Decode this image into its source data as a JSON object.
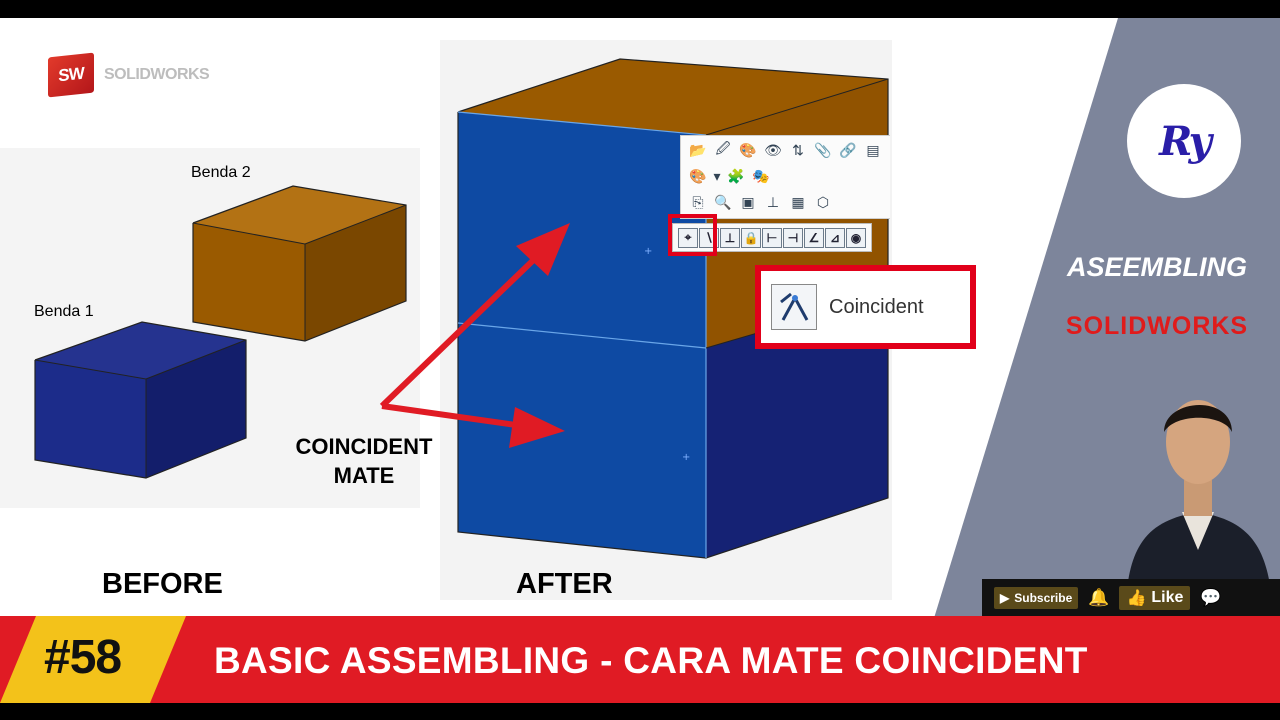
{
  "brand": {
    "logo_text": "SW",
    "name": "SOLIDWORKS"
  },
  "labels": {
    "part2": "Benda 2",
    "part1": "Benda 1",
    "mate": "COINCIDENT\nMATE",
    "before": "BEFORE",
    "after": "AFTER"
  },
  "toolbar": {
    "rows": [
      [
        "📂",
        "🖉",
        "🎨",
        "👁",
        "⇅",
        "📎",
        "🔗",
        "▤"
      ],
      [
        "🎨",
        "▾",
        "🧩",
        "🎭"
      ],
      [
        "⎘",
        "🔍",
        "▣",
        "⊥",
        "▦",
        "⬡"
      ]
    ],
    "mate_tools": [
      "⌖",
      "∖",
      "⊥",
      "🔒",
      "⊢",
      "⊣",
      "∠",
      "⊿",
      "◉"
    ]
  },
  "callout": {
    "text": "Coincident",
    "icon": "coincident-icon"
  },
  "channel": {
    "logo_text": "Ry",
    "title_line1": "ASEEMBLING",
    "title_line2": "SOLIDWORKS"
  },
  "youtube": {
    "subscribe": "Subscribe",
    "like": "Like"
  },
  "footer": {
    "episode": "#58",
    "title": "BASIC ASSEMBLING - CARA MATE COINCIDENT"
  },
  "colors": {
    "accent_red": "#e01b24",
    "episode_yellow": "#f3c21a",
    "box_brown": "#9a5a00",
    "box_blue": "#1c2c8a",
    "face_blue": "#0e4aa3",
    "panel_gray": "#7d859b"
  }
}
